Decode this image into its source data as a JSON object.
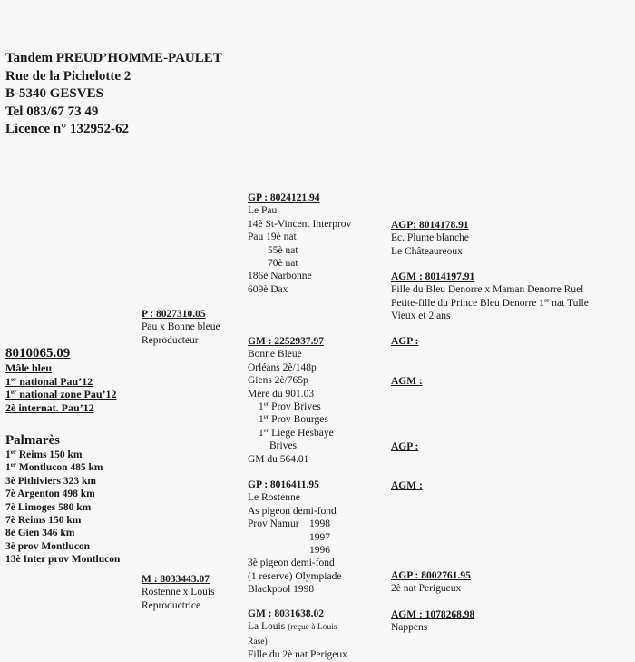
{
  "header": {
    "lines": [
      "Tandem PREUD’HOMME-PAULET",
      "Rue de la Pichelotte 2",
      "B-5340 GESVES",
      "Tel 083/67 73 49",
      "Licence n° 132952-62"
    ]
  },
  "pigeon": {
    "id": "8010065.09",
    "lines": [
      {
        "pre": "",
        "sup": "",
        "text": "Mâle bleu"
      },
      {
        "pre": "1",
        "sup": "er",
        "text": " national Pau’12"
      },
      {
        "pre": "1",
        "sup": "er",
        "text": " national zone Pau’12"
      },
      {
        "pre": "",
        "sup": "",
        "text": "2è internat. Pau’12"
      }
    ]
  },
  "palmares": {
    "title": "Palmarès",
    "lines": [
      {
        "pre": "1",
        "sup": "er",
        "text": " Reims 150 km"
      },
      {
        "pre": "1",
        "sup": "er",
        "text": " Montlucon 485 km"
      },
      {
        "pre": "",
        "sup": "",
        "text": "3è Pithiviers 323 km"
      },
      {
        "pre": "",
        "sup": "",
        "text": "7è Argenton 498 km"
      },
      {
        "pre": "",
        "sup": "",
        "text": "7è Limoges 580 km"
      },
      {
        "pre": "",
        "sup": "",
        "text": "7è Reims 150 km"
      },
      {
        "pre": "",
        "sup": "",
        "text": "8è Gien 346 km"
      },
      {
        "pre": "",
        "sup": "",
        "text": "3è prov Montlucon"
      },
      {
        "pre": "",
        "sup": "",
        "text": "13è Inter prov Montlucon"
      }
    ]
  },
  "blocks": {
    "p": {
      "title": "P : 8027310.05",
      "lines": [
        {
          "text": "Pau x Bonne bleue"
        },
        {
          "text": "Reproducteur"
        }
      ]
    },
    "m": {
      "title": "M : 8033443.07",
      "lines": [
        {
          "text": "Rostenne x Louis"
        },
        {
          "text": "Reproductrice"
        }
      ]
    },
    "gp1": {
      "title": "GP : 8024121.94",
      "lines": [
        {
          "text": "Le Pau"
        },
        {
          "text": "14è St-Vincent Interprov"
        },
        {
          "text": "Pau 19è nat"
        },
        {
          "text": "55è nat",
          "ind": "ind2"
        },
        {
          "text": "70è nat",
          "ind": "ind2"
        },
        {
          "text": "186è Narbonne"
        },
        {
          "text": "609è Dax"
        }
      ]
    },
    "gm1": {
      "title": "GM : 2252937.97",
      "lines": [
        {
          "text": "Bonne Bleue"
        },
        {
          "text": "Orléans 2è/148p"
        },
        {
          "text": "Giens 2è/765p"
        },
        {
          "text": "Mère du 901.03"
        },
        {
          "pre": "1",
          "sup": "er",
          "text": " Prov Brives",
          "ind": "ind1"
        },
        {
          "pre": "1",
          "sup": "er",
          "text": " Prov Bourges",
          "ind": "ind1"
        },
        {
          "pre": "1",
          "sup": "er",
          "text": " Liege Hesbaye",
          "ind": "ind1"
        },
        {
          "text": "Brives",
          "ind": "ind3"
        },
        {
          "text": "GM du 564.01"
        }
      ]
    },
    "gp2": {
      "title": "GP : 8016411.95",
      "lines": [
        {
          "text": "Le Rostenne"
        },
        {
          "text": "As pigeon demi-fond"
        },
        {
          "text": "Prov Namur",
          "tab": "1998"
        },
        {
          "text": "",
          "tab": "1997"
        },
        {
          "text": "",
          "tab": "1996"
        },
        {
          "text": "3è pigeon demi-fond"
        },
        {
          "text": "(1 reserve) Olympiade"
        },
        {
          "text": "Blackpool 1998"
        }
      ]
    },
    "gm2": {
      "title": "GM : 8031638.02",
      "lines": [
        {
          "text": "La Louis",
          "small": "(reçue à Louis"
        },
        {
          "text": "",
          "small": "Rase)"
        },
        {
          "text": "Fille du 2è nat Perigeux"
        }
      ]
    },
    "agp1": {
      "title": "AGP: 8014178.91",
      "lines": [
        {
          "text": "Ec. Plume blanche"
        },
        {
          "text": "Le Châteaureoux"
        }
      ]
    },
    "agm1": {
      "title": "AGM : 8014197.91",
      "lines": [
        {
          "text": "Fille du Bleu Denorre x Maman Denorre Ruel"
        },
        {
          "text": "Petite-fille du Prince Bleu Denorre 1",
          "sup": "er",
          "post": " nat Tulle"
        },
        {
          "text": "Vieux et 2 ans"
        }
      ]
    },
    "agp2": {
      "title": "AGP :",
      "lines": []
    },
    "agm2": {
      "title": "AGM :",
      "lines": []
    },
    "agp3": {
      "title": "AGP :",
      "lines": []
    },
    "agm3": {
      "title": "AGM :",
      "lines": []
    },
    "agp4": {
      "title": "AGP : 8002761.95",
      "lines": [
        {
          "text": "2è nat Perigueux"
        }
      ]
    },
    "agm4": {
      "title": "AGM : 1078268.98",
      "lines": [
        {
          "text": "Nappens"
        }
      ]
    }
  }
}
